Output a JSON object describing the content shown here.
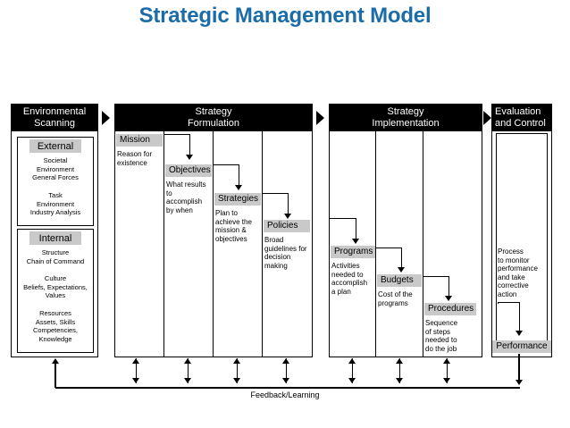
{
  "title": "Strategic Management Model",
  "theme": {
    "title_color": "#1b6ca8",
    "header_bg": "#000000",
    "header_text": "#ffffff",
    "chip_bg": "#c9c9c9",
    "page_bg": "#ffffff",
    "line_color": "#000000"
  },
  "phases": [
    {
      "id": "environmental-scanning",
      "header": "Environmental\nScanning",
      "header_line1": "Environmental",
      "header_line2": "Scanning",
      "groups": [
        {
          "label": "External",
          "blocks": [
            "Societal\nEnvironment\nGeneral Forces",
            "Task\nEnvironment\nIndustry Analysis"
          ],
          "lines": [
            "Societal",
            "Environment",
            "General Forces",
            "Task",
            "Environment",
            "Industry Analysis"
          ]
        },
        {
          "label": "Internal",
          "blocks": [
            "Structure\nChain of Command",
            "Culture\nBeliefs, Expectations,\nValues",
            "Resources\nAssets, Skills\nCompetencies,\nKnowledge"
          ],
          "lines": [
            "Structure",
            "Chain of Command",
            "Culture",
            "Beliefs, Expectations,",
            "Values",
            "Resources",
            "Assets, Skills",
            "Competencies,",
            "Knowledge"
          ]
        }
      ]
    },
    {
      "id": "strategy-formulation",
      "header_line1": "Strategy",
      "header_line2": "Formulation",
      "steps": [
        {
          "label": "Mission",
          "desc": "Reason for\nexistence",
          "desc_lines": [
            "Reason for",
            "existence"
          ]
        },
        {
          "label": "Objectives",
          "desc": "What results to accomplish by when",
          "desc_lines": [
            "What results",
            "to",
            "accomplish",
            "by when"
          ]
        },
        {
          "label": "Strategies",
          "desc": "Plan to achieve the mission & objectives",
          "desc_lines": [
            "Plan to",
            "achieve the",
            "mission &",
            "objectives"
          ]
        },
        {
          "label": "Policies",
          "desc": "Broad guidelines for decision making",
          "desc_lines": [
            "Broad",
            "guidelines for",
            "decision",
            "making"
          ]
        }
      ]
    },
    {
      "id": "strategy-implementation",
      "header_line1": "Strategy",
      "header_line2": "Implementation",
      "steps": [
        {
          "label": "Programs",
          "desc": "Activities needed to accomplish a plan",
          "desc_lines": [
            "Activities",
            "needed to",
            "accomplish",
            "a plan"
          ]
        },
        {
          "label": "Budgets",
          "desc": "Cost of the programs",
          "desc_lines": [
            "Cost of the",
            "programs"
          ]
        },
        {
          "label": "Procedures",
          "desc": "Sequence of steps needed to do the job",
          "desc_lines": [
            "Sequence",
            "of steps",
            "needed to",
            "do the job"
          ]
        }
      ]
    },
    {
      "id": "evaluation-and-control",
      "header_line1": "Evaluation",
      "header_line2": "and Control",
      "desc": "Process to monitor performance and take corrective action",
      "desc_lines": [
        "Process",
        "to monitor",
        "performance",
        "and take",
        "corrective",
        "action"
      ],
      "result_label": "Performance"
    }
  ],
  "feedback": {
    "label": "Feedback/Learning"
  }
}
